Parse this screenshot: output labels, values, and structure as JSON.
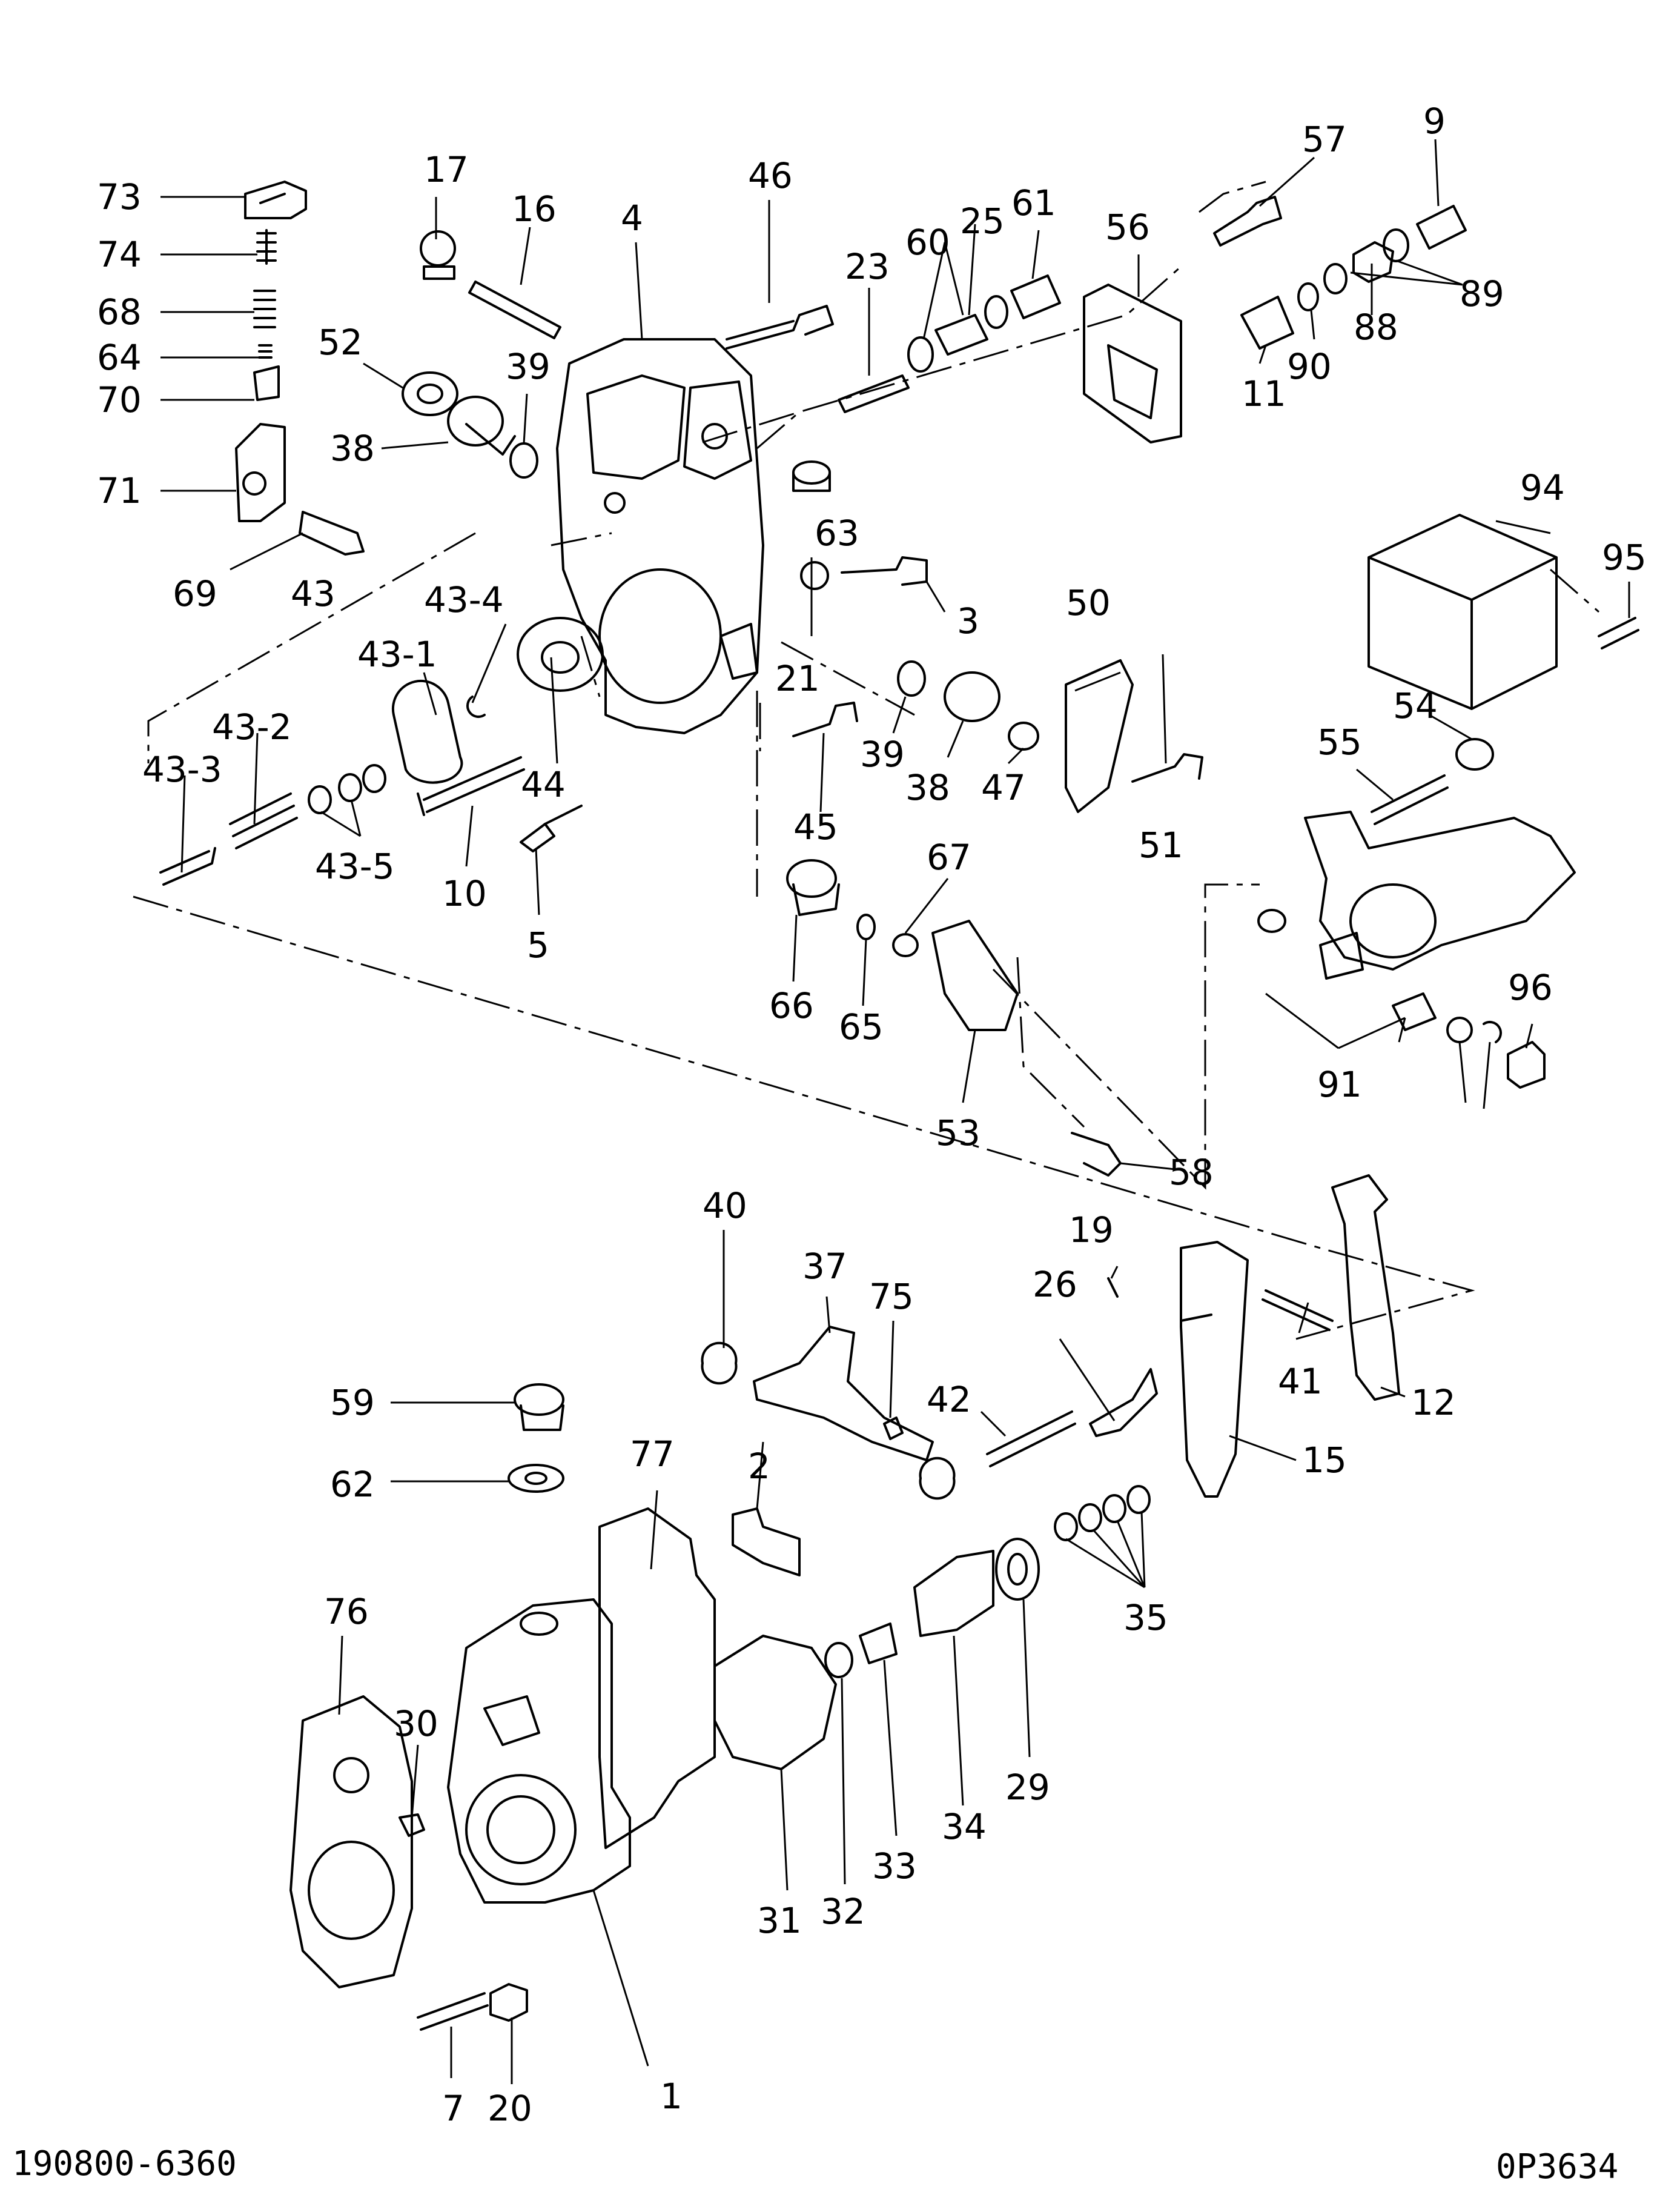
{
  "diagram": {
    "drawing_number": "190800-6360",
    "sheet_code": "0P3634",
    "callouts": {
      "p1": "1",
      "p2": "2",
      "p3": "3",
      "p4": "4",
      "p5": "5",
      "p7": "7",
      "p9": "9",
      "p10": "10",
      "p11": "11",
      "p12": "12",
      "p15": "15",
      "p16": "16",
      "p17": "17",
      "p19": "19",
      "p20": "20",
      "p21": "21",
      "p23": "23",
      "p25": "25",
      "p26": "26",
      "p29": "29",
      "p30": "30",
      "p31": "31",
      "p32": "32",
      "p33": "33",
      "p34": "34",
      "p35": "35",
      "p37": "37",
      "p38a": "38",
      "p38b": "38",
      "p39a": "39",
      "p39b": "39",
      "p40": "40",
      "p41": "41",
      "p42": "42",
      "p43": "43",
      "p43_1": "43-1",
      "p43_2": "43-2",
      "p43_3": "43-3",
      "p43_4": "43-4",
      "p43_5": "43-5",
      "p44": "44",
      "p45": "45",
      "p46": "46",
      "p47": "47",
      "p50": "50",
      "p51": "51",
      "p52": "52",
      "p53": "53",
      "p54": "54",
      "p55": "55",
      "p56": "56",
      "p57": "57",
      "p58": "58",
      "p59": "59",
      "p60": "60",
      "p61": "61",
      "p62": "62",
      "p63": "63",
      "p64": "64",
      "p65": "65",
      "p66": "66",
      "p67": "67",
      "p68": "68",
      "p69": "69",
      "p70": "70",
      "p71": "71",
      "p73": "73",
      "p74": "74",
      "p75": "75",
      "p76": "76",
      "p77": "77",
      "p88": "88",
      "p89": "89",
      "p90": "90",
      "p91": "91",
      "p94": "94",
      "p95": "95",
      "p96": "96"
    }
  }
}
